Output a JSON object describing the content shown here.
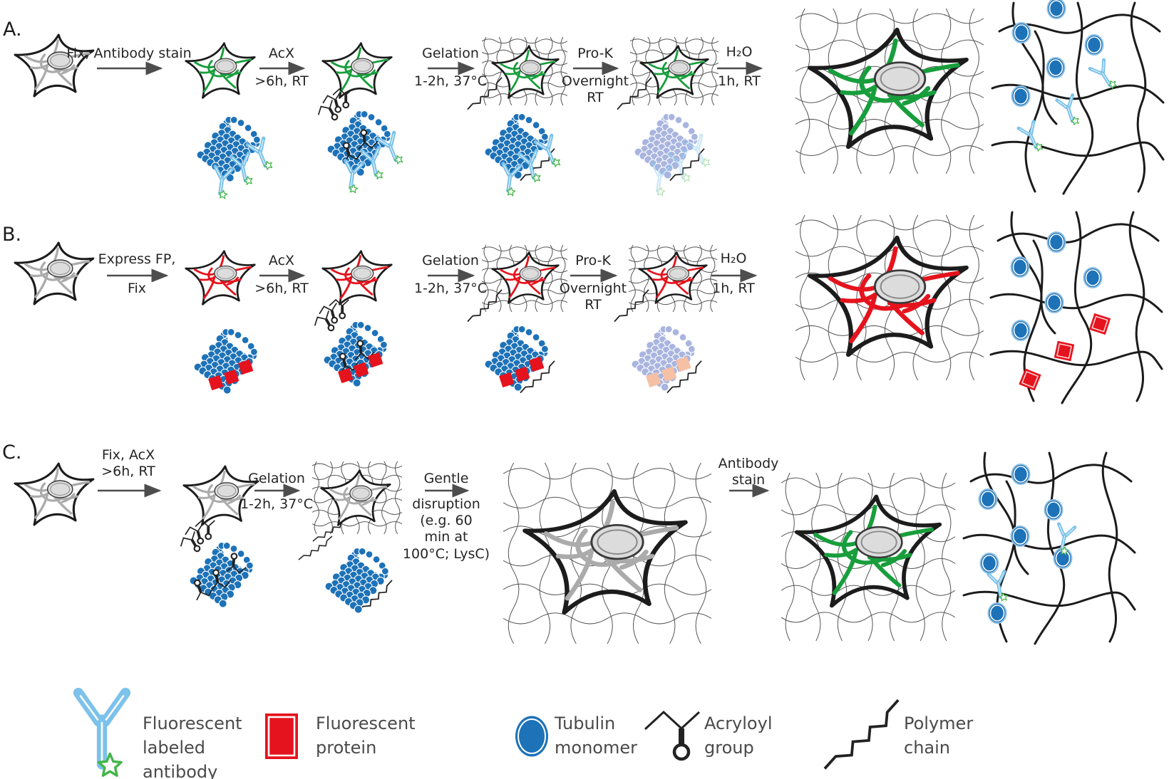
{
  "rows": {
    "a": {
      "label": "A.",
      "steps": [
        {
          "top": "Fix, Antibody stain",
          "bottom": ""
        },
        {
          "top": "AcX",
          "bottom": ">6h, RT"
        },
        {
          "top": "Gelation",
          "bottom": "1-2h, 37°C"
        },
        {
          "top": "Pro-K",
          "bottom": "Overnight\nRT"
        },
        {
          "top": "H₂O",
          "bottom": "1h, RT"
        }
      ]
    },
    "b": {
      "label": "B.",
      "steps": [
        {
          "top": "Express FP,",
          "bottom": "Fix"
        },
        {
          "top": "AcX",
          "bottom": ">6h, RT"
        },
        {
          "top": "Gelation",
          "bottom": "1-2h, 37°C"
        },
        {
          "top": "Pro-K",
          "bottom": "Overnight\nRT"
        },
        {
          "top": "H₂O",
          "bottom": "1h, RT"
        }
      ]
    },
    "c": {
      "label": "C.",
      "steps": [
        {
          "top": "Fix, AcX\n>6h, RT",
          "bottom": ""
        },
        {
          "top": "Gelation",
          "bottom": "1-2h, 37°C"
        },
        {
          "top": "Gentle",
          "bottom": "disruption\n(e.g. 60\nmin at\n100°C; LysC)"
        },
        {
          "top": "Antibody\nstain",
          "bottom": ""
        }
      ]
    }
  },
  "legend": {
    "items": [
      {
        "name": "fluorescent-labeled-antibody",
        "label": "Fluorescent\nlabeled\nantibody"
      },
      {
        "name": "fluorescent-protein",
        "label": "Fluorescent\nprotein"
      },
      {
        "name": "tubulin-monomer",
        "label": "Tubulin\nmonomer"
      },
      {
        "name": "acryloyl-group",
        "label": "Acryloyl\ngroup"
      },
      {
        "name": "polymer-chain",
        "label": "Polymer\nchain"
      }
    ]
  },
  "colors": {
    "tubulin_blue": "#1d72b8",
    "antibody_blue": "#7cc2ea",
    "star_green": "#45b649",
    "filament_green": "#189e3c",
    "fluorescent_red": "#e5131d",
    "faded_blue": "#a9b5df",
    "faded_red": "#f6c0a5",
    "filament_gray": "#ababab",
    "arrow_gray": "#4d4d4d",
    "mesh_gray": "#555555",
    "nucleus_fill": "#dcdcdc"
  }
}
